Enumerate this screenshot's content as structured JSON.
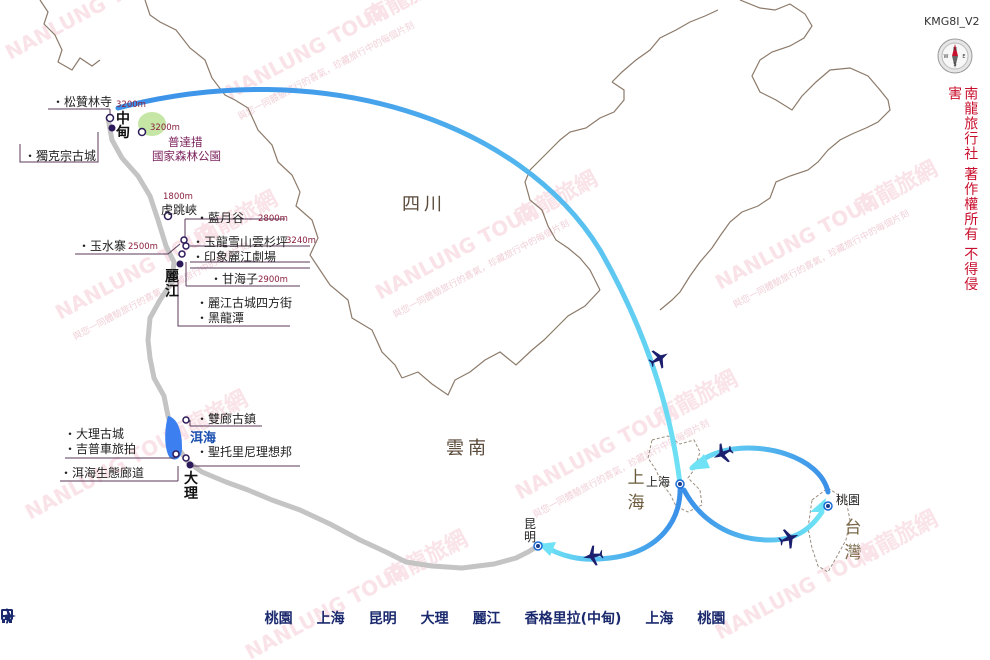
{
  "map_code": "KMG8I_V2",
  "copyright": "南龍旅行社 著作權所有 不得侵害",
  "watermark": {
    "brand": "NANLUNG TOUR",
    "cn": "南龍旅網",
    "slogan": "與您一同體驗旅行的喜氣，珍藏旅行中的每個片刻"
  },
  "regions": {
    "sichuan": "四川",
    "yunnan": "雲南",
    "shanghai_region": "上海",
    "taiwan": "台灣"
  },
  "cities": {
    "taoyuan": "桃園",
    "shanghai": "上海",
    "kunming": "昆明",
    "dali": "大理",
    "lijiang": "麗江",
    "zhongdian": "中甸"
  },
  "pois": {
    "songzanlin": "・松贊林寺",
    "songzanlin_alt": "3200m",
    "dukezong": "・獨克宗古城",
    "pudacuo_alt": "3200m",
    "pudacuo_1": "普達措",
    "pudacuo_2": "國家森林公園",
    "tiger_alt": "1800m",
    "tiger": "虎跳峽",
    "lanyue": "・藍月谷",
    "lanyue_alt": "2800m",
    "yushuizhai": "・玉水寨",
    "yushuizhai_alt": "2500m",
    "yunshan": "・玉龍雪山雲杉坪",
    "yunshan_alt": "3240m",
    "yinxiang": "・印象麗江劇場",
    "ganhaizi": "・甘海子",
    "ganhaizi_alt": "2900m",
    "sifang": "・麗江古城四方街",
    "heilong": "・黑龍潭",
    "shuanglang": "・雙廊古鎮",
    "erhai": "洱海",
    "dali_old": "・大理古城",
    "jeep": "・吉普車旅拍",
    "erhai_eco": "・洱海生態廊道",
    "santorini": "・聖托里尼理想邦"
  },
  "route": [
    {
      "type": "city",
      "label": "桃園"
    },
    {
      "type": "plane-icon"
    },
    {
      "type": "city",
      "label": "上海"
    },
    {
      "type": "plane-icon"
    },
    {
      "type": "city",
      "label": "昆明"
    },
    {
      "type": "bus-icon"
    },
    {
      "type": "city",
      "label": "大理"
    },
    {
      "type": "bus-icon"
    },
    {
      "type": "city",
      "label": "麗江"
    },
    {
      "type": "bus-icon"
    },
    {
      "type": "city",
      "label": "香格里拉(中甸)"
    },
    {
      "type": "plane-icon"
    },
    {
      "type": "city",
      "label": "上海"
    },
    {
      "type": "plane-icon"
    },
    {
      "type": "city",
      "label": "桃園"
    }
  ],
  "colors": {
    "flight_start": "#3a8fe8",
    "flight_end": "#6fe3f5",
    "road": "#c4c4c4",
    "border": "#8c7a6a",
    "plane": "#1b1f6e",
    "copyright": "#c8102e",
    "watermark": "#f2c9d2"
  }
}
